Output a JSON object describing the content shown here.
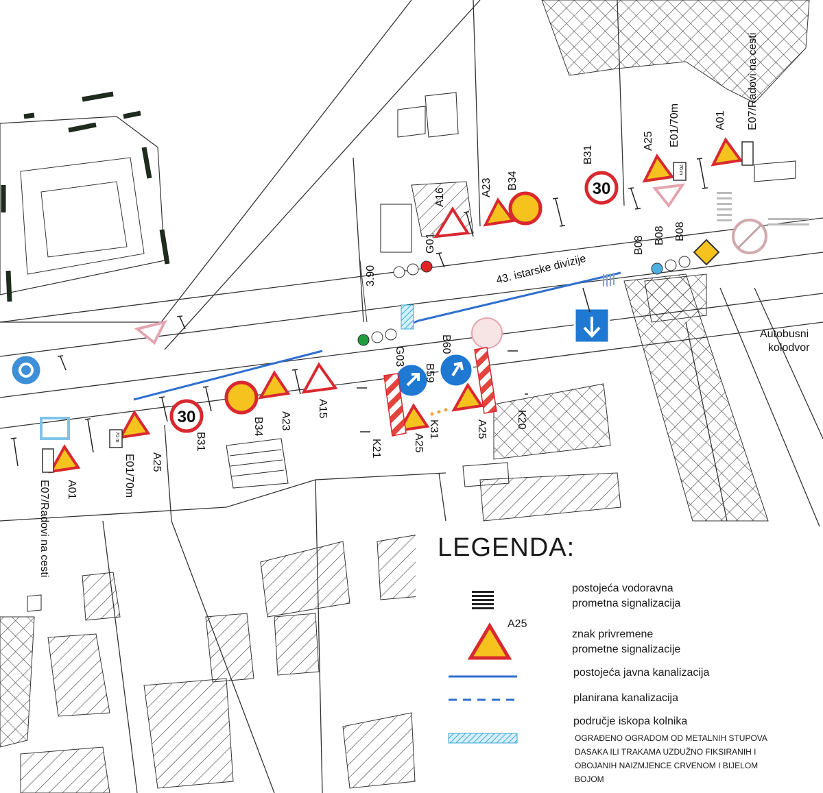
{
  "street_label": "43. istarske divizije",
  "station_label": [
    "Autobusni",
    "kolodvor"
  ],
  "width_label": "3.90",
  "sign_codes": {
    "a01_top": "A01",
    "e07_top": "E07/Radovi na cesti",
    "e01_top": "E01/70m",
    "a25_top": "A25",
    "b31_top": "B31",
    "b34_top": "B34",
    "a23_top": "A23",
    "a16": "A16",
    "g01": "G01",
    "b59": "B59",
    "b60": "B60",
    "k31": "K31",
    "k21": "K21",
    "k20": "K20",
    "a25_mid": "A25",
    "a25_mid2": "A25",
    "a15": "A15",
    "a23_bot": "A23",
    "b34_bot": "B34",
    "b31_bot": "B31",
    "a25_bot": "A25",
    "e01_bot": "E01/70m",
    "a01_bot": "A01",
    "e07_bot": "E07/Radovi na cesti",
    "g03": "G03",
    "b08": "B08",
    "b08b": "B08",
    "b08c": "B08"
  },
  "sign_face": {
    "speed": "30",
    "dist": "70 m"
  },
  "legend": {
    "title": "LEGENDA:",
    "items": [
      {
        "line1": "postojeća vodoravna",
        "line2": "prometna signalizacija"
      },
      {
        "code": "A25",
        "line1": "znak privremene",
        "line2": "prometne signalizacije"
      },
      {
        "line1": "postojeća javna kanalizacija"
      },
      {
        "line1": "planirana kanalizacija"
      },
      {
        "line1": "područje iskopa kolnika"
      }
    ],
    "note": [
      "OGRAĐENO OGRADOM OD METALNIH STUPOVA",
      "DASAKA ILI TRAKAMA UZDUŽNO FIKSIRANIH I",
      "OBOJANIH NAIZMJENCE CRVENOM I BIJELOM",
      "BOJOM"
    ]
  },
  "colors": {
    "blue_line": "#2f6fcf",
    "warn_red": "#d9282f",
    "warn_yellow": "#f6c21e",
    "sign_blue": "#1f78d1"
  }
}
